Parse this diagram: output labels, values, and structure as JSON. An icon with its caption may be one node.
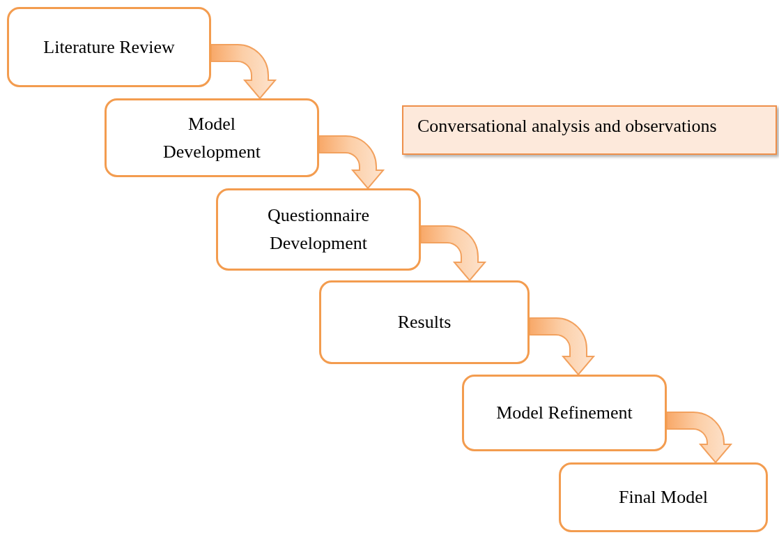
{
  "diagram": {
    "nodes": [
      {
        "text": [
          "Literature Review"
        ]
      },
      {
        "text": [
          "Model Development"
        ]
      },
      {
        "text": [
          "Questionnaire Development"
        ]
      },
      {
        "text": [
          "Results"
        ]
      },
      {
        "text": [
          "Model Refinement"
        ]
      },
      {
        "text": [
          "Final Model"
        ]
      },
      {
        "text": [
          "Conversational analysis and observations"
        ]
      }
    ],
    "edges": [
      {
        "from": 0,
        "to": 1,
        "arrow": "to"
      },
      {
        "from": 1,
        "to": 2,
        "arrow": "to"
      },
      {
        "from": 2,
        "to": 3,
        "arrow": "to"
      },
      {
        "from": 3,
        "to": 4,
        "arrow": "to"
      },
      {
        "from": 4,
        "to": 5,
        "arrow": "to"
      }
    ]
  }
}
